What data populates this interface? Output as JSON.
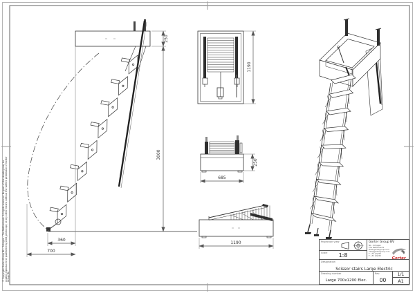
{
  "dimensions": {
    "hatch_box_height": "250",
    "ceiling_height": "3000",
    "foot_to_wall": "360",
    "swing_radius": "700",
    "plan_length": "1190",
    "closed_height": "250",
    "closed_width": "685",
    "closed_length": "1190"
  },
  "copyright_note": "© Copyright Gorter Group BV - Schagen - The Netherlands. All rights reserved. No part of this drawing may be copied, reproduced or published by print, photocopy or any other means without the written permission of Gorter Group BV.",
  "title_block": {
    "projection_label": "Projection view",
    "scale_label": "Scale",
    "scale_value": "1:8",
    "company_name": "Gorter Group BV",
    "company_addr_1": "NL - Schagen",
    "company_addr_2": "The Netherlands",
    "company_addr_3": "www.gortergroup.com",
    "company_addr_4": "info@gortergroup.com",
    "company_addr_5": "T +31 (0)224",
    "company_addr_6": "F +31 (0)224",
    "logo_text": "Gorter",
    "designation_label": "Designation",
    "designation_value": "Scissor stairs Large Electric",
    "drawing_number_label": "Drawing number",
    "drawing_number_value": "Large 700x1200 Elec.",
    "rev_label": "Rev.",
    "rev_value": "00",
    "sheet_value": "1/1",
    "format_value": "A1"
  }
}
